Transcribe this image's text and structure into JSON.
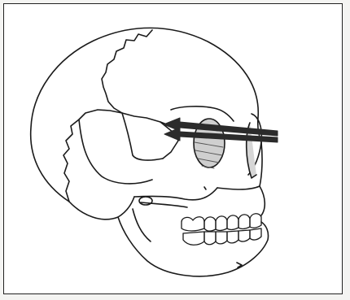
{
  "figure": {
    "subject": "skull-lateral-view",
    "icons": [
      "skull-illustration",
      "arrow-icon"
    ],
    "colors": {
      "ink": "#1a1a1a",
      "arrow": "#2b2b2b",
      "paper": "#ffffff",
      "page_border": "#222222"
    },
    "arrow_count": 2
  }
}
